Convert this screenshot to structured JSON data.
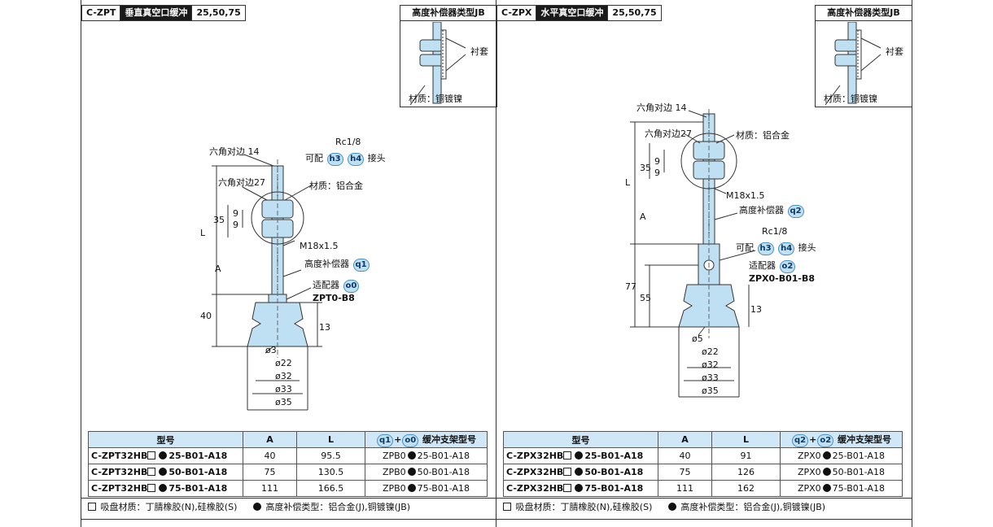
{
  "left": {
    "code": "C-ZPT",
    "name": "垂直真空口缓冲",
    "sizes": "25,50,75",
    "jb": {
      "title": "高度补偿器类型JB",
      "sleeve": "衬套",
      "material": "材质：铜镀镍"
    },
    "labels": {
      "hex14": "六角对边 14",
      "hex27": "六角对边27",
      "rc": "Rc1/8",
      "fit_pre": "可配",
      "fit_post": "接头",
      "h3": "h3",
      "h4": "h4",
      "mat": "材质：铝合金",
      "m18": "M18x1.5",
      "comp": "高度补偿器",
      "comp_badge": "q1",
      "adapt": "适配器",
      "adapt_badge": "o0",
      "adapt_model": "ZPT0-B8",
      "d35": "35",
      "d9a": "9",
      "d9b": "9",
      "dL": "L",
      "dA": "A",
      "d40": "40",
      "d13": "13",
      "phi3": "ø3",
      "phi22": "ø22",
      "phi32": "ø32",
      "phi33": "ø33",
      "phi35": "ø35"
    },
    "table": {
      "headers": [
        "型号",
        "A",
        "L",
        "缓冲支架型号"
      ],
      "hb1": "q1",
      "hb2": "o0",
      "rows": [
        {
          "pre": "C-ZPT32HB",
          "post": "25-B01-A18",
          "a": "40",
          "l": "95.5",
          "bp": "ZPB0",
          "bs": "25-B01-A18"
        },
        {
          "pre": "C-ZPT32HB",
          "post": "50-B01-A18",
          "a": "75",
          "l": "130.5",
          "bp": "ZPB0",
          "bs": "50-B01-A18"
        },
        {
          "pre": "C-ZPT32HB",
          "post": "75-B01-A18",
          "a": "111",
          "l": "166.5",
          "bp": "ZPB0",
          "bs": "75-B01-A18"
        }
      ]
    },
    "note1": "吸盘材质：丁腈橡胶(N),硅橡胶(S)",
    "note2": "高度补偿类型：铝合金(J),铜镀镍(JB)"
  },
  "right": {
    "code": "C-ZPX",
    "name": "水平真空口缓冲",
    "sizes": "25,50,75",
    "jb": {
      "title": "高度补偿器类型JB",
      "sleeve": "衬套",
      "material": "材质：铜镀镍"
    },
    "labels": {
      "hex14": "六角对边 14",
      "hex27": "六角对边27",
      "mat": "材质：铝合金",
      "m18": "M18x1.5",
      "comp": "高度补偿器",
      "comp_badge": "q2",
      "rc": "Rc1/8",
      "fit_pre": "可配",
      "fit_post": "接头",
      "h3": "h3",
      "h4": "h4",
      "adapt": "适配器",
      "adapt_badge": "o2",
      "adapt_model": "ZPX0-B01-B8",
      "d35": "35",
      "d9a": "9",
      "d9b": "9",
      "dL": "L",
      "dA": "A",
      "d77": "77",
      "d55": "55",
      "d13": "13",
      "phi5": "ø5",
      "phi22": "ø22",
      "phi32": "ø32",
      "phi33": "ø33",
      "phi35": "ø35"
    },
    "table": {
      "headers": [
        "型号",
        "A",
        "L",
        "缓冲支架型号"
      ],
      "hb1": "q2",
      "hb2": "o2",
      "rows": [
        {
          "pre": "C-ZPX32HB",
          "post": "25-B01-A18",
          "a": "40",
          "l": "91",
          "bp": "ZPX0",
          "bs": "25-B01-A18"
        },
        {
          "pre": "C-ZPX32HB",
          "post": "50-B01-A18",
          "a": "75",
          "l": "126",
          "bp": "ZPX0",
          "bs": "50-B01-A18"
        },
        {
          "pre": "C-ZPX32HB",
          "post": "75-B01-A18",
          "a": "111",
          "l": "162",
          "bp": "ZPX0",
          "bs": "75-B01-A18"
        }
      ]
    },
    "note1": "吸盘材质：丁腈橡胶(N),硅橡胶(S)",
    "note2": "高度补偿类型：铝合金(J),铜镀镍(JB)"
  },
  "colors": {
    "part_fill": "#bfe0f3",
    "part_stroke": "#333333",
    "header_fill": "#cfe7f7",
    "badge_fill": "#bfe0f3"
  }
}
